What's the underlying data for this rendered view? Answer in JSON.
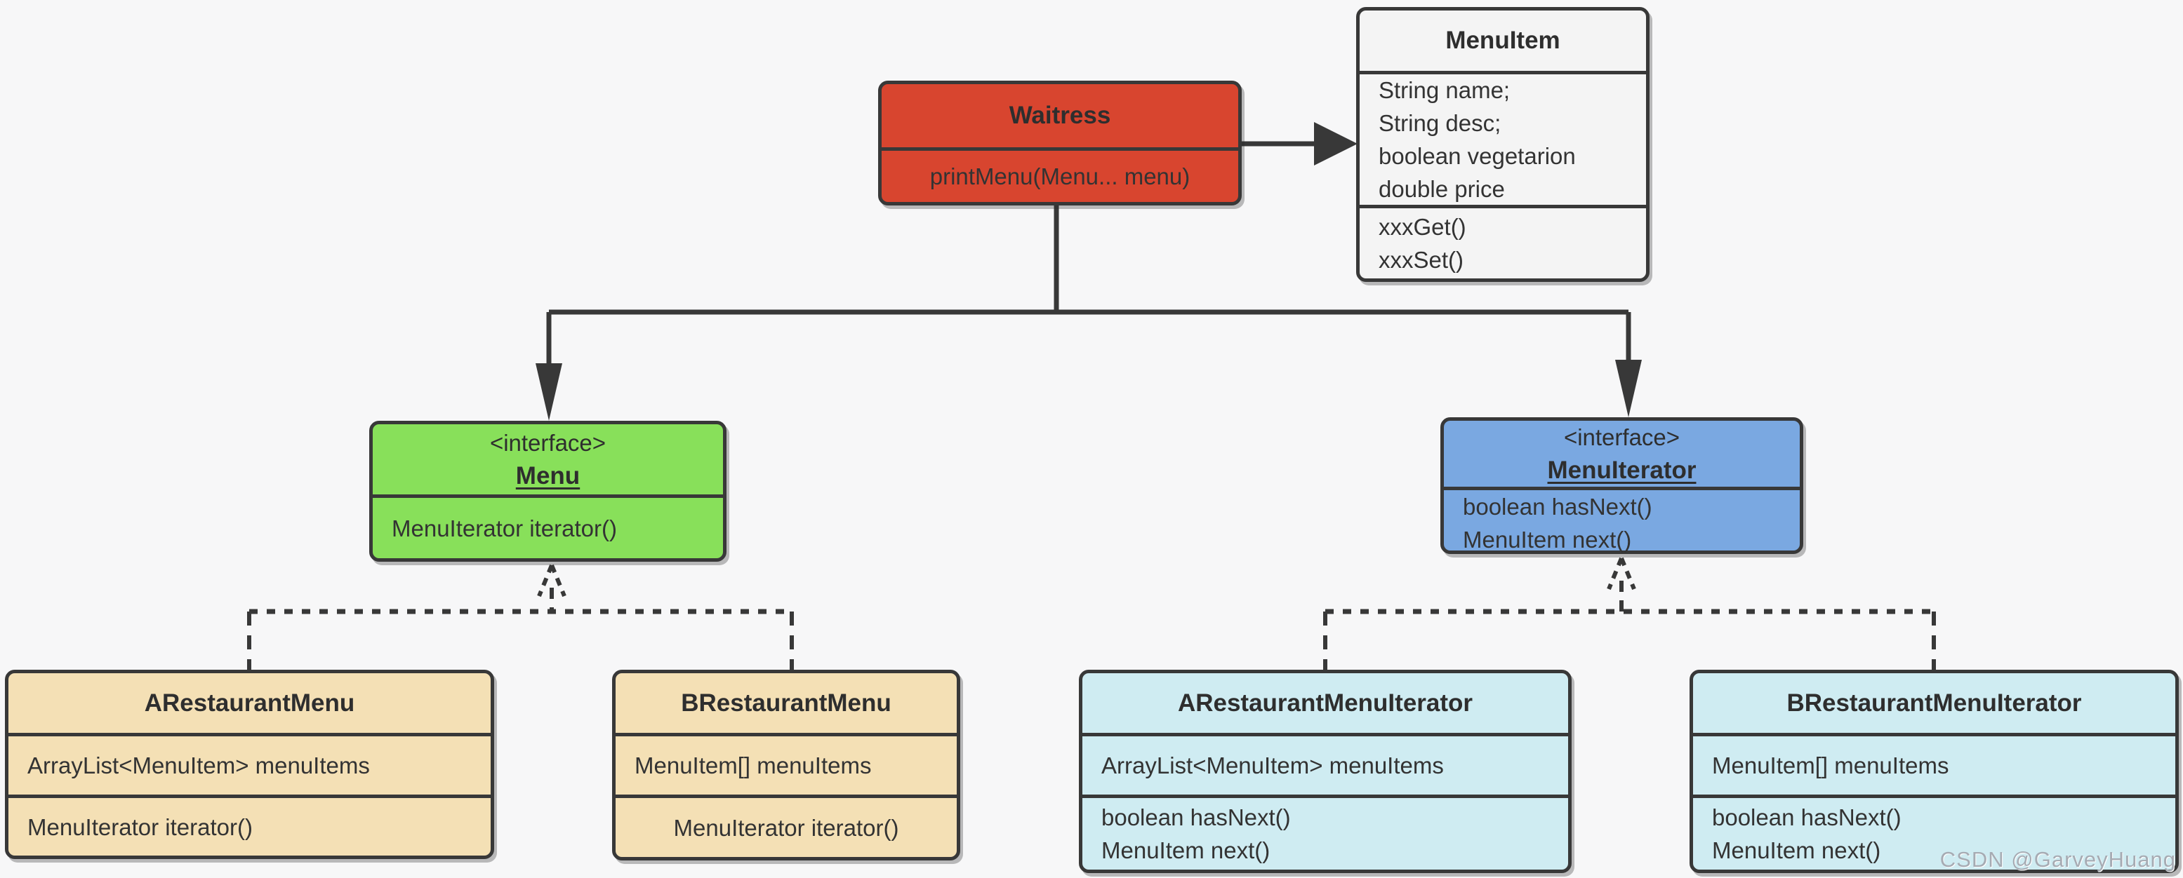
{
  "page": {
    "background": "#f7f7f8",
    "watermark": "CSDN @GarveyHuang"
  },
  "colors": {
    "line": "#383838",
    "text": "#333333",
    "waitress_fill": "#d8452f",
    "menuitem_fill": "#f4f4f4",
    "menu_fill": "#88e05a",
    "menuiterator_fill": "#7aa8e1",
    "restaurant_menu_fill": "#f4e0b5",
    "restaurant_iterator_fill": "#cfecf2",
    "watermark_color": "#a6abb3"
  },
  "diagram": {
    "classes": [
      {
        "id": "waitress",
        "name": "Waitress",
        "stereotype": "",
        "fields": [],
        "methods": [
          "printMenu(Menu... menu)"
        ]
      },
      {
        "id": "menuitem",
        "name": "MenuItem",
        "stereotype": "",
        "fields": [
          "String name;",
          "String desc;",
          "boolean vegetarion",
          "double price"
        ],
        "methods": [
          "xxxGet()",
          "xxxSet()"
        ]
      },
      {
        "id": "menu",
        "name": "Menu",
        "stereotype": "<interface>",
        "fields": [],
        "methods": [
          "MenuIterator iterator()"
        ]
      },
      {
        "id": "menuiterator",
        "name": "MenuIterator",
        "stereotype": "<interface>",
        "fields": [],
        "methods": [
          "boolean hasNext()",
          "MenuItem next()"
        ]
      },
      {
        "id": "arestaurantmenu",
        "name": "ARestaurantMenu",
        "stereotype": "",
        "fields": [
          "ArrayList<MenuItem> menuItems"
        ],
        "methods": [
          "MenuIterator iterator()"
        ]
      },
      {
        "id": "brestaurantmenu",
        "name": "BRestaurantMenu",
        "stereotype": "",
        "fields": [
          "MenuItem[] menuItems"
        ],
        "methods": [
          "MenuIterator iterator()"
        ]
      },
      {
        "id": "arestaurantmenuiterator",
        "name": "ARestaurantMenuIterator",
        "stereotype": "",
        "fields": [
          "ArrayList<MenuItem> menuItems"
        ],
        "methods": [
          "boolean hasNext()",
          "MenuItem next()"
        ]
      },
      {
        "id": "brestaurantmenuiterator",
        "name": "BRestaurantMenuIterator",
        "stereotype": "",
        "fields": [
          "MenuItem[] menuItems"
        ],
        "methods": [
          "boolean hasNext()",
          "MenuItem next()"
        ]
      }
    ],
    "relations": [
      {
        "from": "Waitress",
        "to": "MenuItem",
        "type": "solid-arrow"
      },
      {
        "from": "Waitress",
        "to": "Menu",
        "type": "solid-arrow"
      },
      {
        "from": "Waitress",
        "to": "MenuIterator",
        "type": "solid-arrow"
      },
      {
        "from": "ARestaurantMenu",
        "to": "Menu",
        "type": "dashed-realization"
      },
      {
        "from": "BRestaurantMenu",
        "to": "Menu",
        "type": "dashed-realization"
      },
      {
        "from": "ARestaurantMenuIterator",
        "to": "MenuIterator",
        "type": "dashed-realization"
      },
      {
        "from": "BRestaurantMenuIterator",
        "to": "MenuIterator",
        "type": "dashed-realization"
      }
    ]
  }
}
